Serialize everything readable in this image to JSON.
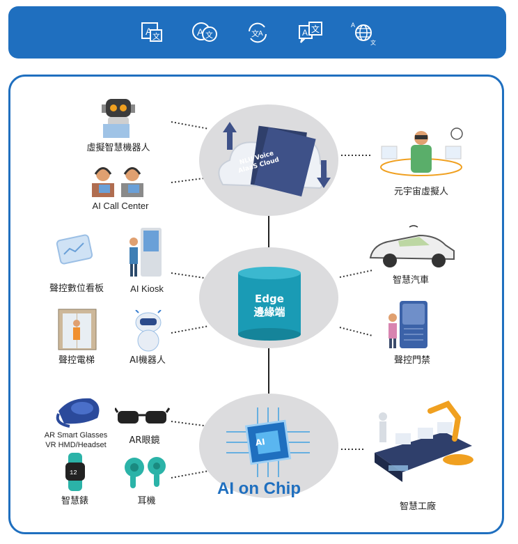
{
  "icons": [
    "translate-icon",
    "translate-circle-icon",
    "translate-sync-icon",
    "translate-chat-icon",
    "translate-globe-icon"
  ],
  "colors": {
    "brand": "#1f6fbf",
    "cylinder": "#1a9bb5",
    "chip": "#1f6fbf",
    "ellipse": "#dcdcde"
  },
  "hubs": {
    "cloud": {
      "line1": "NLU Voice",
      "line2": "AlaaS Cloud"
    },
    "edge": {
      "line1": "Edge",
      "line2": "邊緣端"
    },
    "chip": {
      "chip_label": "AI",
      "title": "AI on Chip"
    }
  },
  "labels": {
    "virtual_robot": "虛擬智慧機器人",
    "call_center": "AI Call Center",
    "metaverse": "元宇宙虛擬人",
    "digital_signage": "聲控數位看板",
    "kiosk": "AI Kiosk",
    "smart_car": "智慧汽車",
    "elevator": "聲控電梯",
    "ai_robot": "AI機器人",
    "access_control": "聲控門禁",
    "ar_glasses_1": "AR Smart Glasses",
    "ar_glasses_2": "VR HMD/Headset",
    "ar_eyewear": "AR眼鏡",
    "watch": "智慧錶",
    "earphones": "耳機",
    "factory": "智慧工廠"
  }
}
